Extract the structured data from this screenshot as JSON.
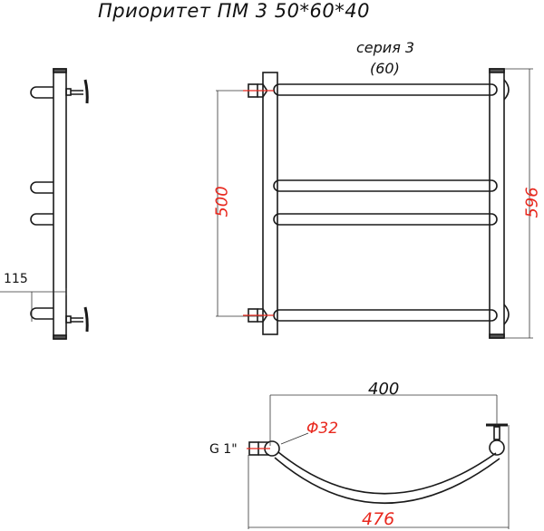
{
  "title": "Приоритет ПМ 3 50*60*40",
  "series": {
    "line1": "серия 3",
    "line2": "(60)"
  },
  "dimensions": {
    "center_distance": "500",
    "total_height": "596",
    "wall_offset": "115",
    "top_center_distance": "400",
    "total_width": "476",
    "pipe_diameter": "Φ32",
    "thread": "G 1\""
  },
  "colors": {
    "line": "#1a1a1a",
    "dimension_red": "#e8281e",
    "thin": "#333333"
  }
}
